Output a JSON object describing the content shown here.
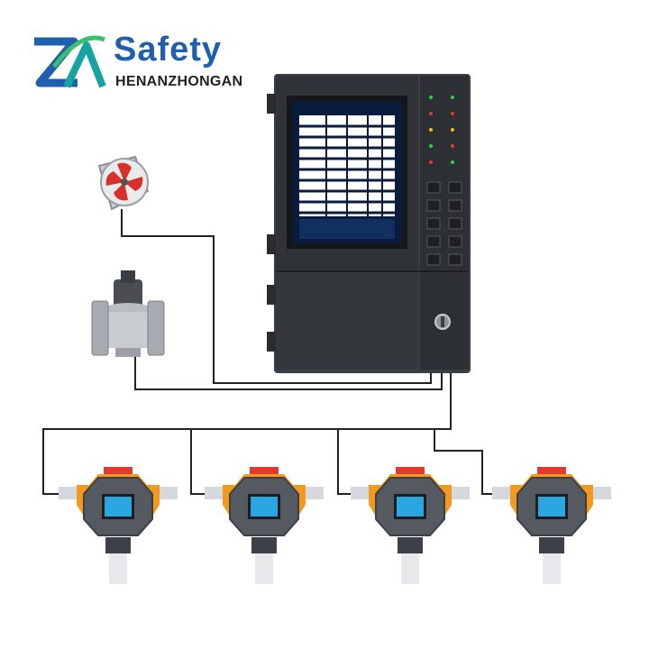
{
  "brand": {
    "name": "Safety",
    "subtitle": "HENANZHONGAN",
    "mark_text": "ZA",
    "colors": {
      "blue": "#1f5fae",
      "teal": "#17a4a0",
      "green": "#3cbf6a"
    }
  },
  "controller": {
    "icons": [
      "display-screen",
      "indicator-led",
      "control-button",
      "key-lock"
    ],
    "body_color": "#3a3d42"
  },
  "devices": {
    "fan": "axial-fan-icon",
    "valve": "solenoid-valve-icon",
    "detector_count": 4,
    "detector_accent": "#f39a1e",
    "detector_screen": "#2aa7e0"
  }
}
